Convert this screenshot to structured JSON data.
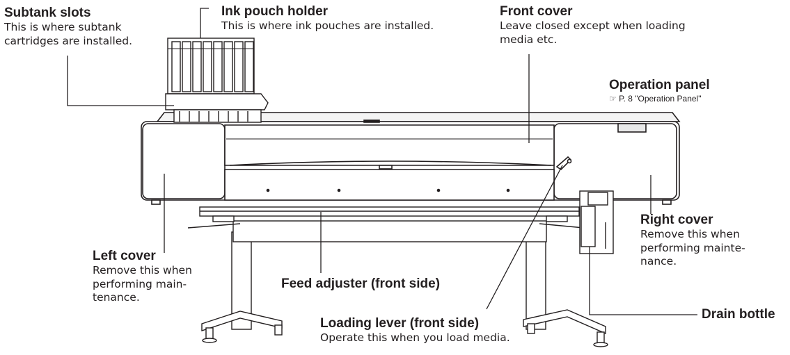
{
  "labels": {
    "subtank": {
      "title": "Subtank slots",
      "line1": "This is where subtank",
      "line2": "cartridges are installed."
    },
    "ink_pouch": {
      "title": "Ink pouch holder",
      "line1": "This is where ink pouches are installed."
    },
    "front_cover": {
      "title": "Front cover",
      "line1": "Leave closed except when loading",
      "line2": "media etc."
    },
    "operation_panel": {
      "title": "Operation panel",
      "ref_icon": "pointing-hand-icon",
      "ref": "P. 8 \"Operation Panel\""
    },
    "left_cover": {
      "title": "Left cover",
      "line1": "Remove this when",
      "line2": "performing main-",
      "line3": "tenance."
    },
    "right_cover": {
      "title": "Right cover",
      "line1": "Remove this when",
      "line2": "performing mainte-",
      "line3": "nance."
    },
    "feed_adjuster": {
      "title": "Feed adjuster (front side)"
    },
    "loading_lever": {
      "title": "Loading lever (front side)",
      "line1": "Operate this when you load media."
    },
    "drain_bottle": {
      "title": "Drain bottle"
    }
  },
  "colors": {
    "text": "#231f20",
    "line": "#231f20",
    "printer_fill": "#ffffff",
    "printer_shade": "#e8e8e8"
  }
}
